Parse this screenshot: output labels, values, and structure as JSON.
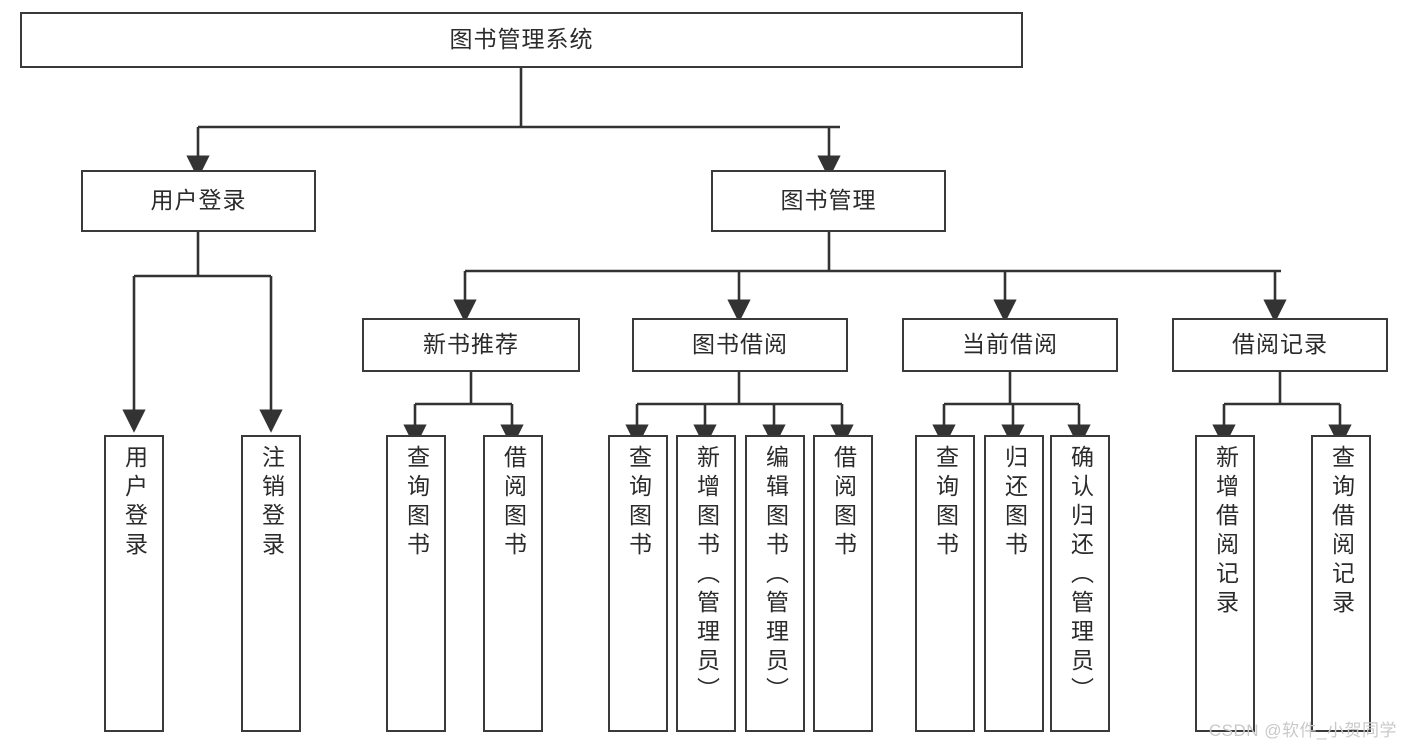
{
  "diagram": {
    "title": "图书管理系统",
    "type": "tree-hierarchy-chart",
    "watermark": "CSDN @软件_小贺同学",
    "colors": {
      "box_border": "#3a3a3a",
      "connector": "#333333",
      "text": "#2b2b2b",
      "background": "#ffffff",
      "watermark": "#c9c9c9"
    },
    "root": {
      "id": "root",
      "label": "图书管理系统",
      "orientation": "horizontal"
    },
    "level1": [
      {
        "id": "user-login",
        "label": "用户登录",
        "orientation": "horizontal"
      },
      {
        "id": "book-manage",
        "label": "图书管理",
        "orientation": "horizontal"
      }
    ],
    "level2": [
      {
        "id": "new-book-recommend",
        "label": "新书推荐",
        "orientation": "horizontal",
        "parent": "book-manage"
      },
      {
        "id": "book-borrow",
        "label": "图书借阅",
        "orientation": "horizontal",
        "parent": "book-manage"
      },
      {
        "id": "current-borrow",
        "label": "当前借阅",
        "orientation": "horizontal",
        "parent": "book-manage"
      },
      {
        "id": "borrow-record",
        "label": "借阅记录",
        "orientation": "horizontal",
        "parent": "book-manage"
      }
    ],
    "leaves": [
      {
        "id": "leaf-user-login",
        "label": "用户登录",
        "parent": "user-login",
        "orientation": "vertical"
      },
      {
        "id": "leaf-logout-login",
        "label": "注销登录",
        "parent": "user-login",
        "orientation": "vertical"
      },
      {
        "id": "leaf-query-book-1",
        "label": "查询图书",
        "parent": "new-book-recommend",
        "orientation": "vertical"
      },
      {
        "id": "leaf-borrow-book-1",
        "label": "借阅图书",
        "parent": "new-book-recommend",
        "orientation": "vertical"
      },
      {
        "id": "leaf-query-book-2",
        "label": "查询图书",
        "parent": "book-borrow",
        "orientation": "vertical"
      },
      {
        "id": "leaf-add-book",
        "label": "新增图书（管理员）",
        "parent": "book-borrow",
        "orientation": "vertical"
      },
      {
        "id": "leaf-edit-book",
        "label": "编辑图书（管理员）",
        "parent": "book-borrow",
        "orientation": "vertical"
      },
      {
        "id": "leaf-borrow-book-2",
        "label": "借阅图书",
        "parent": "book-borrow",
        "orientation": "vertical"
      },
      {
        "id": "leaf-query-book-3",
        "label": "查询图书",
        "parent": "current-borrow",
        "orientation": "vertical"
      },
      {
        "id": "leaf-return-book",
        "label": "归还图书",
        "parent": "current-borrow",
        "orientation": "vertical"
      },
      {
        "id": "leaf-confirm-return",
        "label": "确认归还（管理员）",
        "parent": "current-borrow",
        "orientation": "vertical"
      },
      {
        "id": "leaf-add-record",
        "label": "新增借阅记录",
        "parent": "borrow-record",
        "orientation": "vertical"
      },
      {
        "id": "leaf-query-record",
        "label": "查询借阅记录",
        "parent": "borrow-record",
        "orientation": "vertical"
      }
    ]
  }
}
